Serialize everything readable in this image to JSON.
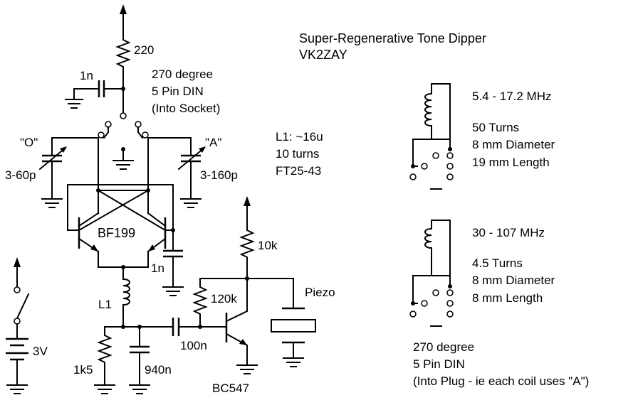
{
  "title": "Super-Regenerative Tone Dipper",
  "author": "VK2ZAY",
  "labels": {
    "r220": "220",
    "cap_1n_top": "1n",
    "din_top_1": "270 degree",
    "din_top_2": "5 Pin DIN",
    "din_top_3": "(Into Socket)",
    "cap_o_name": "\"O\"",
    "cap_o_value": "3-60p",
    "cap_a_name": "\"A\"",
    "cap_a_value": "3-160p",
    "l1_spec_1": "L1: ~16u",
    "l1_spec_2": "10 turns",
    "l1_spec_3": "FT25-43",
    "bf199": "BF199",
    "cap_1n_right": "1n",
    "l1": "L1",
    "r10k": "10k",
    "r120k": "120k",
    "piezo": "Piezo",
    "battery": "3V",
    "r1k5": "1k5",
    "cap_940n": "940n",
    "cap_100n": "100n",
    "bc547": "BC547",
    "coil1_range": "5.4 - 17.2 MHz",
    "coil1_turns": "50 Turns",
    "coil1_diameter": "8 mm Diameter",
    "coil1_length": "19 mm Length",
    "coil2_range": "30 - 107 MHz",
    "coil2_turns": "4.5 Turns",
    "coil2_diameter": "8 mm Diameter",
    "coil2_length": "8 mm Length",
    "din_bottom_1": "270 degree",
    "din_bottom_2": "5 Pin DIN",
    "din_bottom_3": "(Into Plug - ie each coil uses \"A\")"
  }
}
